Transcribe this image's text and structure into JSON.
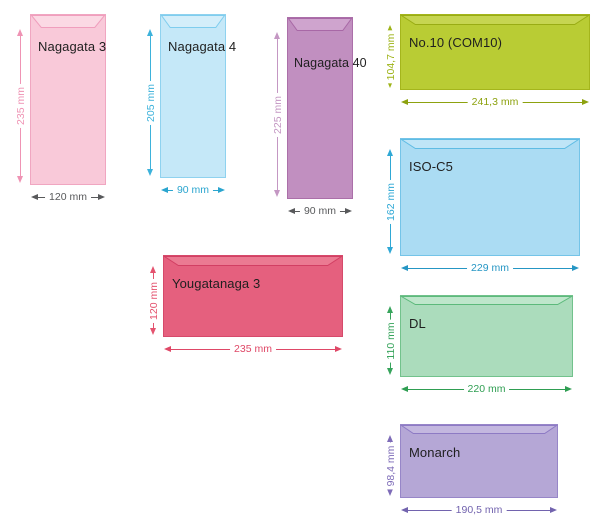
{
  "envelopes": [
    {
      "name": "Nagagata 3",
      "height_label": "235 mm",
      "width_label": "120 mm",
      "colors": {
        "body": "#f9c9d9",
        "flap_fill": "#fbd9e4",
        "flap_stroke": "#f09ebd",
        "edge": "#f0a6c1",
        "vdim": "#ef93b4",
        "hdim": "#58595b"
      }
    },
    {
      "name": "Nagagata 4",
      "height_label": "205 mm",
      "width_label": "90 mm",
      "colors": {
        "body": "#c5e8f8",
        "flap_fill": "#d4eefa",
        "flap_stroke": "#7fcdee",
        "edge": "#8fd2ef",
        "vdim": "#3db2db",
        "hdim": "#2aa5cf"
      }
    },
    {
      "name": "Nagagata 40",
      "height_label": "225 mm",
      "width_label": "90 mm",
      "colors": {
        "body": "#c18fc0",
        "flap_fill": "#cfa4ce",
        "flap_stroke": "#a868a6",
        "edge": "#ab6fa9",
        "vdim": "#c497c3",
        "hdim": "#58595b"
      }
    },
    {
      "name": "No.10 (COM10)",
      "height_label": "104,7 mm",
      "width_label": "241,3 mm",
      "colors": {
        "body": "#b9cc34",
        "flap_fill": "#c6d551",
        "flap_stroke": "#99ac14",
        "edge": "#a4b51c",
        "vdim": "#9eb317",
        "hdim": "#8da20f"
      }
    },
    {
      "name": "ISO-C5",
      "height_label": "162 mm",
      "width_label": "229 mm",
      "colors": {
        "body": "#abdcf3",
        "flap_fill": "#bfe5f7",
        "flap_stroke": "#5fbce4",
        "edge": "#74c4e8",
        "vdim": "#2fa8d5",
        "hdim": "#2596c4"
      }
    },
    {
      "name": "DL",
      "height_label": "110 mm",
      "width_label": "220 mm",
      "colors": {
        "body": "#abdcbc",
        "flap_fill": "#bee6cb",
        "flap_stroke": "#5cb97b",
        "edge": "#72c28c",
        "vdim": "#37a45c",
        "hdim": "#2f9e52"
      }
    },
    {
      "name": "Monarch",
      "height_label": "98,4 mm",
      "width_label": "190,5 mm",
      "colors": {
        "body": "#b5a7d6",
        "flap_fill": "#c3b7df",
        "flap_stroke": "#8d7ac4",
        "edge": "#9786c8",
        "vdim": "#7e6cb8",
        "hdim": "#7263ae"
      }
    },
    {
      "name": "Yougatanaga 3",
      "height_label": "120 mm",
      "width_label": "235 mm",
      "colors": {
        "body": "#e5607e",
        "flap_fill": "#eb7a92",
        "flap_stroke": "#d23f63",
        "edge": "#d64a6b",
        "vdim": "#e4536f",
        "hdim": "#df4867"
      }
    }
  ]
}
